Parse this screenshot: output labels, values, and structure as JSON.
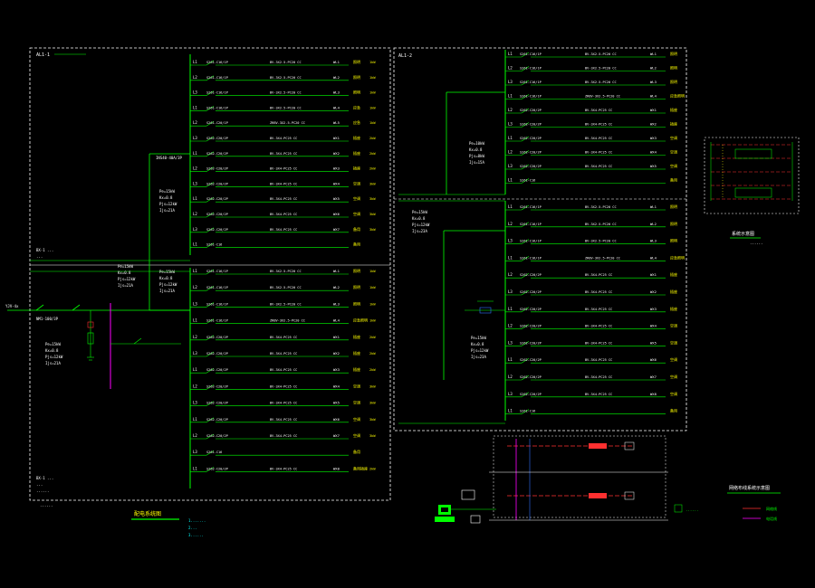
{
  "colors": {
    "background": "#000000",
    "frame": "#ffffff",
    "wire": "#00ff00",
    "bus": "#00ff00",
    "riser": "#ff00ff",
    "annot": "#00ffff",
    "text_white": "#ffffff",
    "text_yellow": "#ffff00",
    "red": "#ff3030",
    "blue": "#3070ff"
  },
  "left_panel": {
    "tag": "AL1-1",
    "incoming_label": "YJV-4x",
    "bottom_note_1": "BX-1 ...",
    "bottom_note_2": "...",
    "bottom_note_3": "......",
    "bottom_caption": "......",
    "title": "配电系统图",
    "note_1": "1.......",
    "note_2": "2...",
    "note_3": "3......",
    "circuits_upper": [
      {
        "n": "L1",
        "breaker": "S261-C16/1P",
        "cable": "BV-3X2.5-PC20 CC",
        "id": "WL1",
        "kw": "照明",
        "load": "1kW"
      },
      {
        "n": "L2",
        "breaker": "S261-C16/1P",
        "cable": "BV-3X2.5-PC20 CC",
        "id": "WL2",
        "kw": "照明",
        "load": "1kW"
      },
      {
        "n": "L3",
        "breaker": "S261-C16/1P",
        "cable": "BV-3X2.5-PC20 CC",
        "id": "WL3",
        "kw": "照明",
        "load": "1kW"
      },
      {
        "n": "L1",
        "breaker": "S261-C16/1P",
        "cable": "BV-3X2.5-PC20 CC",
        "id": "WL4",
        "kw": "应急",
        "load": "1kW"
      },
      {
        "n": "L2",
        "breaker": "S261-C20/1P",
        "cable": "ZRBV-3X2.5-PC20 CC",
        "id": "WL5",
        "kw": "应急",
        "load": "1kW"
      },
      {
        "n": "L3",
        "breaker": "S262-C20/2P",
        "cable": "BV-3X4-PC25 CC",
        "id": "WX1",
        "kw": "插座",
        "load": "2kW"
      },
      {
        "n": "L1",
        "breaker": "S262-C20/2P",
        "cable": "BV-3X4-PC25 CC",
        "id": "WX2",
        "kw": "插座",
        "load": "2kW"
      },
      {
        "n": "L2",
        "breaker": "S262-C20/2P",
        "cable": "BV-3X4-PC25 CC",
        "id": "WX3",
        "kw": "插座",
        "load": "2kW"
      },
      {
        "n": "L3",
        "breaker": "S262-C20/2P",
        "cable": "BV-3X4-PC25 CC",
        "id": "WX4",
        "kw": "空调",
        "load": "3kW"
      },
      {
        "n": "L1",
        "breaker": "S262-C20/2P",
        "cable": "BV-3X4-PC25 CC",
        "id": "WX5",
        "kw": "空调",
        "load": "3kW"
      },
      {
        "n": "L2",
        "breaker": "S262-C20/2P",
        "cable": "BV-3X4-PC25 CC",
        "id": "WX6",
        "kw": "空调",
        "load": "3kW"
      },
      {
        "n": "L3",
        "breaker": "S262-C20/2P",
        "cable": "BV-3X4-PC25 CC",
        "id": "WX7",
        "kw": "备用",
        "load": "3kW"
      },
      {
        "n": "L1",
        "breaker": "S261-C16",
        "cable": "",
        "id": "",
        "kw": "备用",
        "load": ""
      }
    ],
    "circuits_lower": [
      {
        "n": "L1",
        "breaker": "S261-C16/1P",
        "cable": "BV-3X2.5-PC20 CC",
        "id": "WL1",
        "kw": "照明",
        "load": "1kW"
      },
      {
        "n": "L2",
        "breaker": "S261-C16/1P",
        "cable": "BV-3X2.5-PC20 CC",
        "id": "WL2",
        "kw": "照明",
        "load": "1kW"
      },
      {
        "n": "L3",
        "breaker": "S261-C16/1P",
        "cable": "BV-3X2.5-PC20 CC",
        "id": "WL3",
        "kw": "照明",
        "load": "1kW"
      },
      {
        "n": "L1",
        "breaker": "S261-C16/1P",
        "cable": "ZRBV-3X2.5-PC20 CC",
        "id": "WL4",
        "kw": "应急照明",
        "load": "1kW"
      },
      {
        "n": "L2",
        "breaker": "S262-C20/2P",
        "cable": "BV-3X4-PC25 CC",
        "id": "WX1",
        "kw": "插座",
        "load": "2kW"
      },
      {
        "n": "L3",
        "breaker": "S262-C20/2P",
        "cable": "BV-3X4-PC25 CC",
        "id": "WX2",
        "kw": "插座",
        "load": "2kW"
      },
      {
        "n": "L1",
        "breaker": "S262-C20/2P",
        "cable": "BV-3X4-PC25 CC",
        "id": "WX3",
        "kw": "插座",
        "load": "2kW"
      },
      {
        "n": "L2",
        "breaker": "S262-C20/2P",
        "cable": "BV-3X4-PC25 CC",
        "id": "WX4",
        "kw": "空调",
        "load": "3kW"
      },
      {
        "n": "L3",
        "breaker": "S262-C20/2P",
        "cable": "BV-3X4-PC25 CC",
        "id": "WX5",
        "kw": "空调",
        "load": "3kW"
      },
      {
        "n": "L1",
        "breaker": "S262-C20/2P",
        "cable": "BV-3X4-PC25 CC",
        "id": "WX6",
        "kw": "空调",
        "load": "3kW"
      },
      {
        "n": "L2",
        "breaker": "S262-C20/2P",
        "cable": "BV-3X4-PC25 CC",
        "id": "WX7",
        "kw": "空调",
        "load": "3kW"
      },
      {
        "n": "L3",
        "breaker": "S261-C16",
        "cable": "",
        "id": "",
        "kw": "备用",
        "load": ""
      },
      {
        "n": "L1",
        "breaker": "S262-C20/2P",
        "cable": "BV-3X4-PC25 CC",
        "id": "WX8",
        "kw": "备用插座",
        "load": "2kW"
      }
    ],
    "meter_params": [
      "Pe=15kW",
      "Kx=0.8",
      "Pjs=12kW",
      "Ijs=21A"
    ],
    "main_switch": "INS40-40A/3P",
    "incomer": "NM1-100/3P"
  },
  "right_panel": {
    "tag": "AL1-2",
    "circuits_upper": [
      {
        "n": "L1",
        "breaker": "S261-C16/1P",
        "cable": "BV-3X2.5-PC20 CC",
        "id": "WL1",
        "kw": "照明"
      },
      {
        "n": "L2",
        "breaker": "S261-C16/1P",
        "cable": "BV-3X2.5-PC20 CC",
        "id": "WL2",
        "kw": "照明"
      },
      {
        "n": "L3",
        "breaker": "S261-C16/1P",
        "cable": "BV-3X2.5-PC20 CC",
        "id": "WL3",
        "kw": "照明"
      },
      {
        "n": "L1",
        "breaker": "S261-C16/1P",
        "cable": "ZRBV-3X2.5-PC20 CC",
        "id": "WL4",
        "kw": "应急照明"
      },
      {
        "n": "L2",
        "breaker": "S262-C20/2P",
        "cable": "BV-3X4-PC25 CC",
        "id": "WX1",
        "kw": "插座"
      },
      {
        "n": "L3",
        "breaker": "S262-C20/2P",
        "cable": "BV-3X4-PC25 CC",
        "id": "WX2",
        "kw": "插座"
      },
      {
        "n": "L1",
        "breaker": "S262-C20/2P",
        "cable": "BV-3X4-PC25 CC",
        "id": "WX3",
        "kw": "空调"
      },
      {
        "n": "L2",
        "breaker": "S262-C20/2P",
        "cable": "BV-3X4-PC25 CC",
        "id": "WX4",
        "kw": "空调"
      },
      {
        "n": "L3",
        "breaker": "S262-C20/2P",
        "cable": "BV-3X4-PC25 CC",
        "id": "WX5",
        "kw": "空调"
      },
      {
        "n": "L1",
        "breaker": "S261-C16",
        "cable": "",
        "id": "",
        "kw": "备用"
      }
    ],
    "circuits_lower": [
      {
        "n": "L1",
        "breaker": "S261-C16/1P",
        "cable": "BV-3X2.5-PC20 CC",
        "id": "WL1",
        "kw": "照明"
      },
      {
        "n": "L2",
        "breaker": "S261-C16/1P",
        "cable": "BV-3X2.5-PC20 CC",
        "id": "WL2",
        "kw": "照明"
      },
      {
        "n": "L3",
        "breaker": "S261-C16/1P",
        "cable": "BV-3X2.5-PC20 CC",
        "id": "WL3",
        "kw": "照明"
      },
      {
        "n": "L1",
        "breaker": "S261-C16/1P",
        "cable": "ZRBV-3X2.5-PC20 CC",
        "id": "WL4",
        "kw": "应急照明"
      },
      {
        "n": "L2",
        "breaker": "S262-C20/2P",
        "cable": "BV-3X4-PC25 CC",
        "id": "WX1",
        "kw": "插座"
      },
      {
        "n": "L3",
        "breaker": "S262-C20/2P",
        "cable": "BV-3X4-PC25 CC",
        "id": "WX2",
        "kw": "插座"
      },
      {
        "n": "L1",
        "breaker": "S262-C20/2P",
        "cable": "BV-3X4-PC25 CC",
        "id": "WX3",
        "kw": "插座"
      },
      {
        "n": "L2",
        "breaker": "S262-C20/2P",
        "cable": "BV-3X4-PC25 CC",
        "id": "WX4",
        "kw": "空调"
      },
      {
        "n": "L3",
        "breaker": "S262-C20/2P",
        "cable": "BV-3X4-PC25 CC",
        "id": "WX5",
        "kw": "空调"
      },
      {
        "n": "L1",
        "breaker": "S262-C20/2P",
        "cable": "BV-3X4-PC25 CC",
        "id": "WX6",
        "kw": "空调"
      },
      {
        "n": "L2",
        "breaker": "S262-C20/2P",
        "cable": "BV-3X4-PC25 CC",
        "id": "WX7",
        "kw": "空调"
      },
      {
        "n": "L3",
        "breaker": "S262-C20/2P",
        "cable": "BV-3X4-PC25 CC",
        "id": "WX8",
        "kw": "空调"
      },
      {
        "n": "L1",
        "breaker": "S261-C16",
        "cable": "",
        "id": "",
        "kw": "备用"
      }
    ],
    "params_upper": [
      "Pe=10kW",
      "Kx=0.8",
      "Pjs=8kW",
      "Ijs=15A"
    ],
    "params_lower": [
      "Pe=15kW",
      "Kx=0.8",
      "Pjs=12kW",
      "Ijs=23A"
    ]
  },
  "side_diagram": {
    "title": "系统示意图",
    "caption": "......"
  },
  "network_diagram": {
    "title": "网络布线系统示意图",
    "legend_1": "网络线",
    "legend_2": "电话线",
    "note": "......"
  }
}
